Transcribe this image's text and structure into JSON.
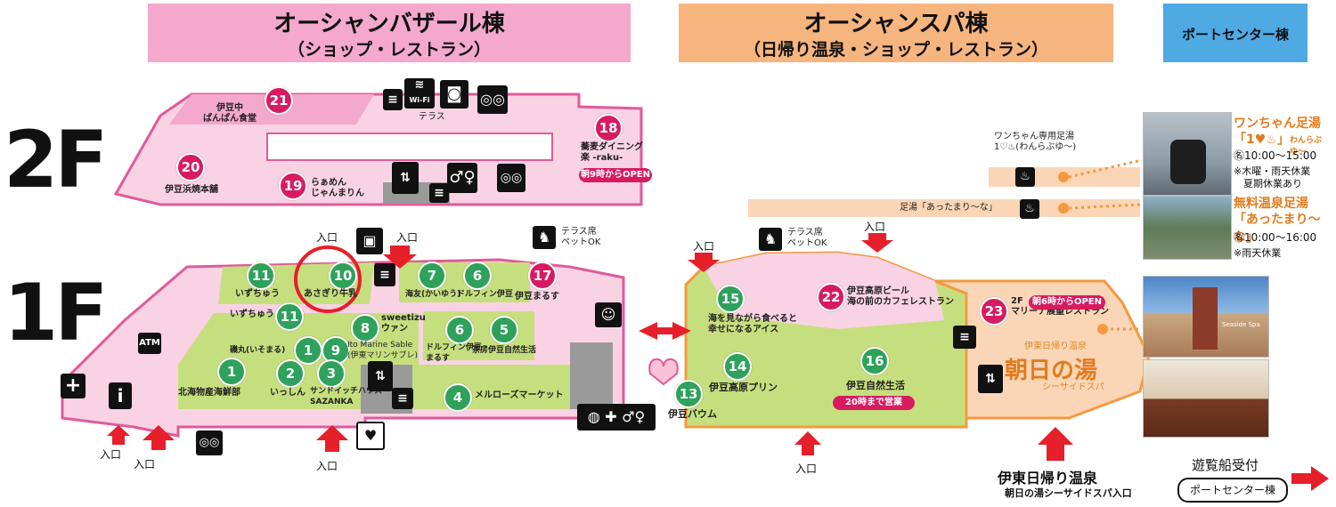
{
  "headers": {
    "bazaar_title": "オーシャンバザール棟",
    "bazaar_sub": "（ショップ・レストラン）",
    "spa_title": "オーシャンスパ棟",
    "spa_sub": "（日帰り温泉・ショップ・レストラン）",
    "port_title": "ポートセンター棟"
  },
  "floors": {
    "f2": "2F",
    "f1": "1F"
  },
  "colors": {
    "pink": "#f4a8cc",
    "pink_light": "#f9d3e3",
    "green": "#c6df7e",
    "orange": "#f6b57e",
    "peach": "#fbd6b6",
    "blue": "#4fa9e3",
    "magenta": "#d81b60",
    "marker_green": "#2ea15b",
    "red_arrow": "#e5202a"
  },
  "shops_2f": [
    {
      "num": "21",
      "name": "伊豆中\nぱんぱん食堂"
    },
    {
      "num": "20",
      "name": "伊豆浜焼本舗"
    },
    {
      "num": "19",
      "name": "らぁめん\nじゃんまりん"
    },
    {
      "num": "18",
      "name": "蕎麦ダイニング\n楽 -raku-",
      "badge": "朝9時からOPEN"
    }
  ],
  "terrace_2f": "テラス",
  "wifi_label": "Wi-Fi",
  "shops_1f": [
    {
      "num": "11",
      "name": "いずちゅう"
    },
    {
      "num": "10",
      "name": "あさぎり牛乳"
    },
    {
      "num": "7",
      "name": "海友(かいゆう)"
    },
    {
      "num": "6",
      "name": "ドルフィン伊豆"
    },
    {
      "num": "17",
      "name": "伊豆まるす"
    },
    {
      "num": "11",
      "name": "いずちゅう"
    },
    {
      "num": "8",
      "name": "sweetizu\nウァン"
    },
    {
      "num": "1",
      "name": "磯丸(いそまる)"
    },
    {
      "num": "9",
      "name": "Ito Marine Sable\n(伊東マリンサブレ)"
    },
    {
      "num": "6",
      "name": "ドルフィン伊豆・\nまるす"
    },
    {
      "num": "5",
      "name": "茶房伊豆自然生活"
    },
    {
      "num": "1",
      "name": "北海物産海鮮部"
    },
    {
      "num": "2",
      "name": "いっしん"
    },
    {
      "num": "3",
      "name": "サンドイッチハウス\nSAZANKA"
    },
    {
      "num": "4",
      "name": "メルローズマーケット"
    }
  ],
  "shops_spa": [
    {
      "num": "15",
      "name": "海を見ながら食べると\n幸せになるアイス"
    },
    {
      "num": "22",
      "name": "伊豆高原ビール\n海の前のカフェレストラン"
    },
    {
      "num": "14",
      "name": "伊豆高原プリン"
    },
    {
      "num": "16",
      "name": "伊豆自然生活",
      "badge": "20時まで営業"
    },
    {
      "num": "13",
      "name": "伊豆バウム"
    },
    {
      "num": "23",
      "name": "2F\nマリーナ展望レストラン",
      "badge": "朝6時からOPEN"
    }
  ],
  "terrace_pet_label": "テラス席\nペットOK",
  "entrance_label": "入口",
  "atm_label": "ATM",
  "info_label": "i",
  "spa_logo": {
    "small": "伊東日帰り温泉",
    "main": "朝日の湯",
    "sub": "シーサイドスパ"
  },
  "dog_bath": {
    "label": "ワンちゃん専用足湯\n1♡♨(わんらぶゆ〜)",
    "title1": "ワンちゃん足湯",
    "title2": "「1♥♨」",
    "title2_sub": "わんらぶゆ〜",
    "hours": "㊔10:00〜15:00",
    "note1": "※木曜・雨天休業",
    "note2": "夏期休業あり"
  },
  "foot_bath": {
    "label": "足湯「あったまり〜な」",
    "title1": "無料温泉足湯",
    "title2": "「あったまり〜な」",
    "hours": "㊔10:00〜16:00",
    "note": "※雨天休業"
  },
  "spa_entrance": {
    "line1": "伊東日帰り温泉",
    "line2": "朝日の湯シーサイドスパ入口"
  },
  "boat": {
    "label": "遊覧船受付",
    "button": "ポートセンター棟"
  },
  "photo_labels": {
    "seaside": "Seaside Spa"
  }
}
